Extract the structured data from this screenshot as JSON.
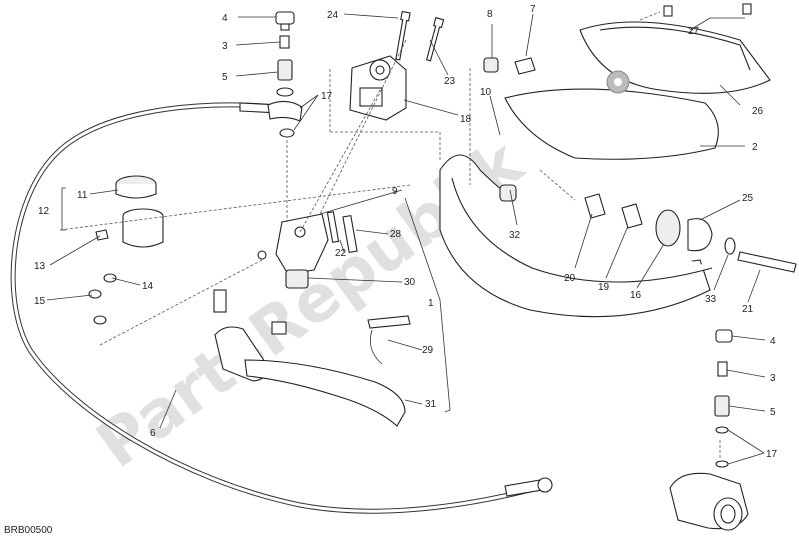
{
  "diagram_code": "BRB00500",
  "watermark": "PartsRepublik",
  "callouts": {
    "c1": "1",
    "c2": "2",
    "c3": "3",
    "c4": "4",
    "c5": "5",
    "c6": "6",
    "c7": "7",
    "c8": "8",
    "c9": "9",
    "c10": "10",
    "c11": "11",
    "c12": "12",
    "c13": "13",
    "c14": "14",
    "c15": "15",
    "c16": "16",
    "c17": "17",
    "c18": "18",
    "c19": "19",
    "c20": "20",
    "c21": "21",
    "c22": "22",
    "c23": "23",
    "c24": "24",
    "c25": "25",
    "c26": "26",
    "c27": "27",
    "c28": "28",
    "c29": "29",
    "c30": "30",
    "c31": "31",
    "c32": "32",
    "c33": "33"
  },
  "colors": {
    "line": "#222222",
    "watermark": "#d6d6d6",
    "background": "#ffffff"
  }
}
